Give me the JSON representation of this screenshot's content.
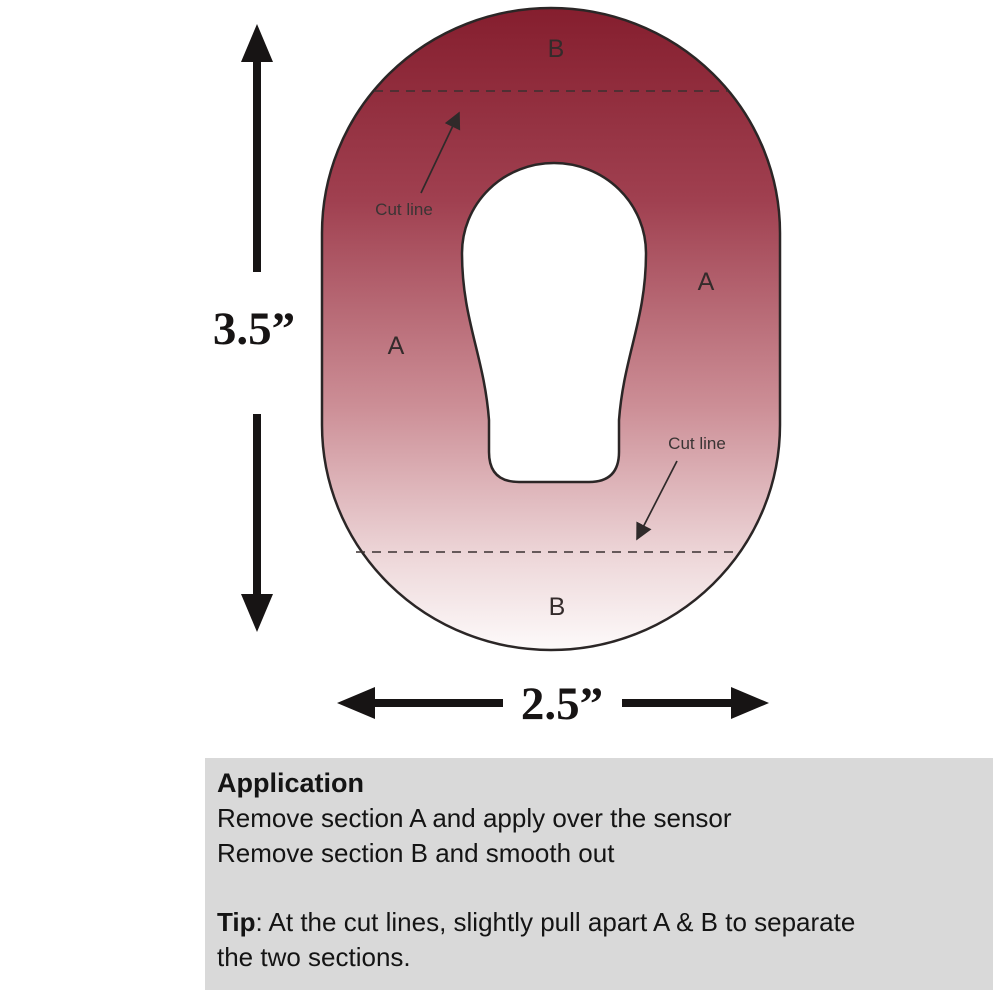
{
  "diagram": {
    "labels": {
      "section_b_top": "B",
      "section_b_bottom": "B",
      "section_a_left": "A",
      "section_a_right": "A",
      "cut_line_top": "Cut line",
      "cut_line_bottom": "Cut line"
    },
    "dimensions": {
      "height_label": "3.5”",
      "width_label": "2.5”"
    },
    "colors": {
      "patch_gradient_top": "#851e2e",
      "patch_gradient_mid": "#a04050",
      "patch_gradient_lower": "#cc8e96",
      "patch_gradient_bottom": "#fdfafa",
      "outline": "#2b2626",
      "instructions_background": "#d9d9d9"
    }
  },
  "instructions": {
    "heading": "Application",
    "line1": "Remove section A and apply over the sensor",
    "line2": "Remove section B and smooth out",
    "tip_label": "Tip",
    "tip_text": ": At the cut lines, slightly pull apart A & B to separate the two sections."
  }
}
